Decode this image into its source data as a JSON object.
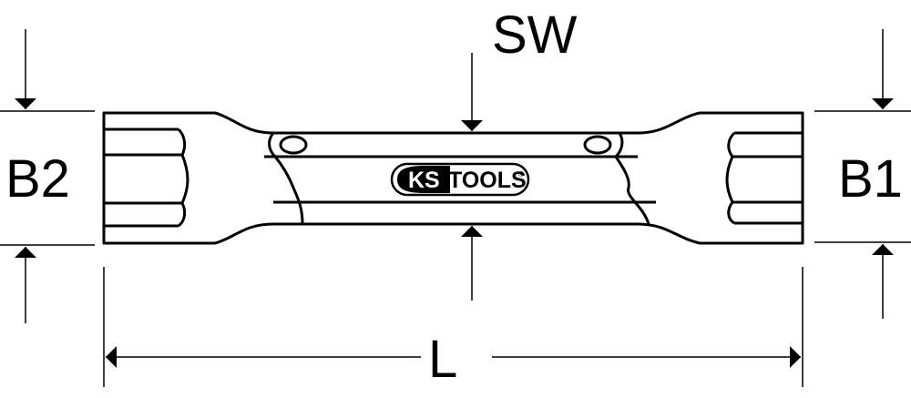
{
  "labels": {
    "sw": "SW",
    "b1": "B1",
    "b2": "B2",
    "l": "L"
  },
  "logo": {
    "ks": "KS",
    "tools": "TOOLS",
    "registered": "®"
  },
  "colors": {
    "line": "#000000",
    "background": "#ffffff"
  }
}
